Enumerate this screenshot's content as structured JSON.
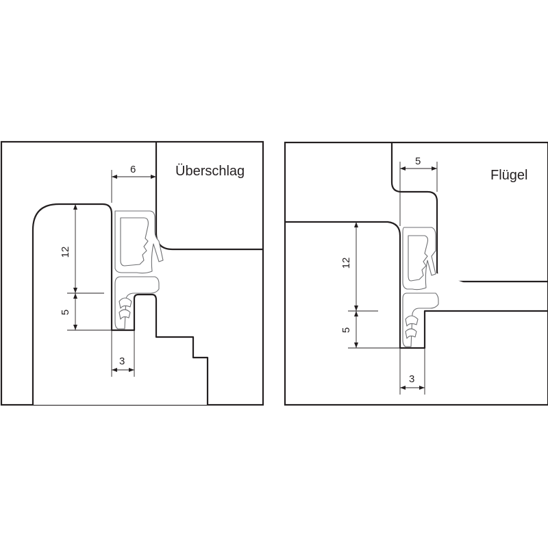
{
  "left_panel": {
    "title": "Überschlag",
    "dim_top": "6",
    "dim_height_large": "12",
    "dim_height_small": "5",
    "dim_bottom": "3"
  },
  "right_panel": {
    "title": "Flügel",
    "dim_top": "5",
    "dim_height_large": "12",
    "dim_height_small": "5",
    "dim_bottom": "3"
  },
  "colors": {
    "outline": "#231f20",
    "seal_outline": "#6d6e71",
    "background": "#ffffff"
  }
}
